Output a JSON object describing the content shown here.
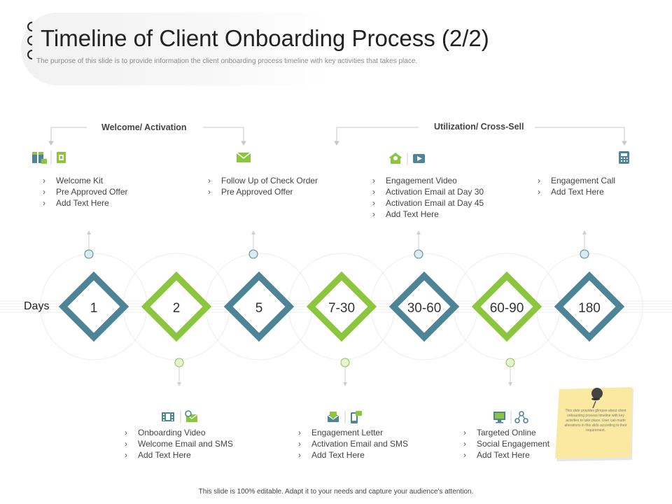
{
  "title": "Timeline of Client Onboarding Process (2/2)",
  "subtitle": "The purpose of this slide is to provide information the client onboarding process timeline with key activities that takes place.",
  "phases": [
    {
      "label": "Welcome/ Activation"
    },
    {
      "label": "Utilization/ Cross-Sell"
    }
  ],
  "days_label": "Days",
  "milestones": [
    "1",
    "2",
    "5",
    "7-30",
    "30-60",
    "60-90",
    "180"
  ],
  "colors": {
    "teal": "#4d8597",
    "green": "#8cc63f",
    "grey_line": "#cfcfcf",
    "note": "#fbe9a1"
  },
  "top_groups": [
    {
      "icons": [
        "gift-box-icon",
        "document-icon"
      ],
      "items": [
        "Welcome Kit",
        "Pre Approved Offer",
        "Add Text Here"
      ]
    },
    {
      "icons": [
        "envelope-icon"
      ],
      "items": [
        "Follow Up of Check Order",
        "Pre Approved Offer"
      ]
    },
    {
      "icons": [
        "email-settings-icon",
        "video-play-icon"
      ],
      "items": [
        "Engagement Video",
        "Activation Email at Day 30",
        "Activation Email at Day 45",
        "Add Text Here"
      ]
    },
    {
      "icons": [
        "phone-icon"
      ],
      "items": [
        "Engagement Call",
        "Add Text Here"
      ]
    }
  ],
  "bottom_groups": [
    {
      "icons": [
        "film-icon",
        "email-search-icon"
      ],
      "items": [
        "Onboarding Video",
        "Welcome Email and SMS",
        "Add Text Here"
      ]
    },
    {
      "icons": [
        "letter-icon",
        "mobile-sms-icon"
      ],
      "items": [
        "Engagement Letter",
        "Activation Email and SMS",
        "Add Text Here"
      ]
    },
    {
      "icons": [
        "monitor-icon",
        "network-icon"
      ],
      "items": [
        "Targeted Online",
        "Social Engagement",
        "Add Text Here"
      ]
    }
  ],
  "note": "This slide provides glimpse about client onboarding process timeline with key activities to take place. User can made alterations in this slide according to their requirement.",
  "footer": "This slide is 100% editable. Adapt it to your needs and capture your audience's attention."
}
